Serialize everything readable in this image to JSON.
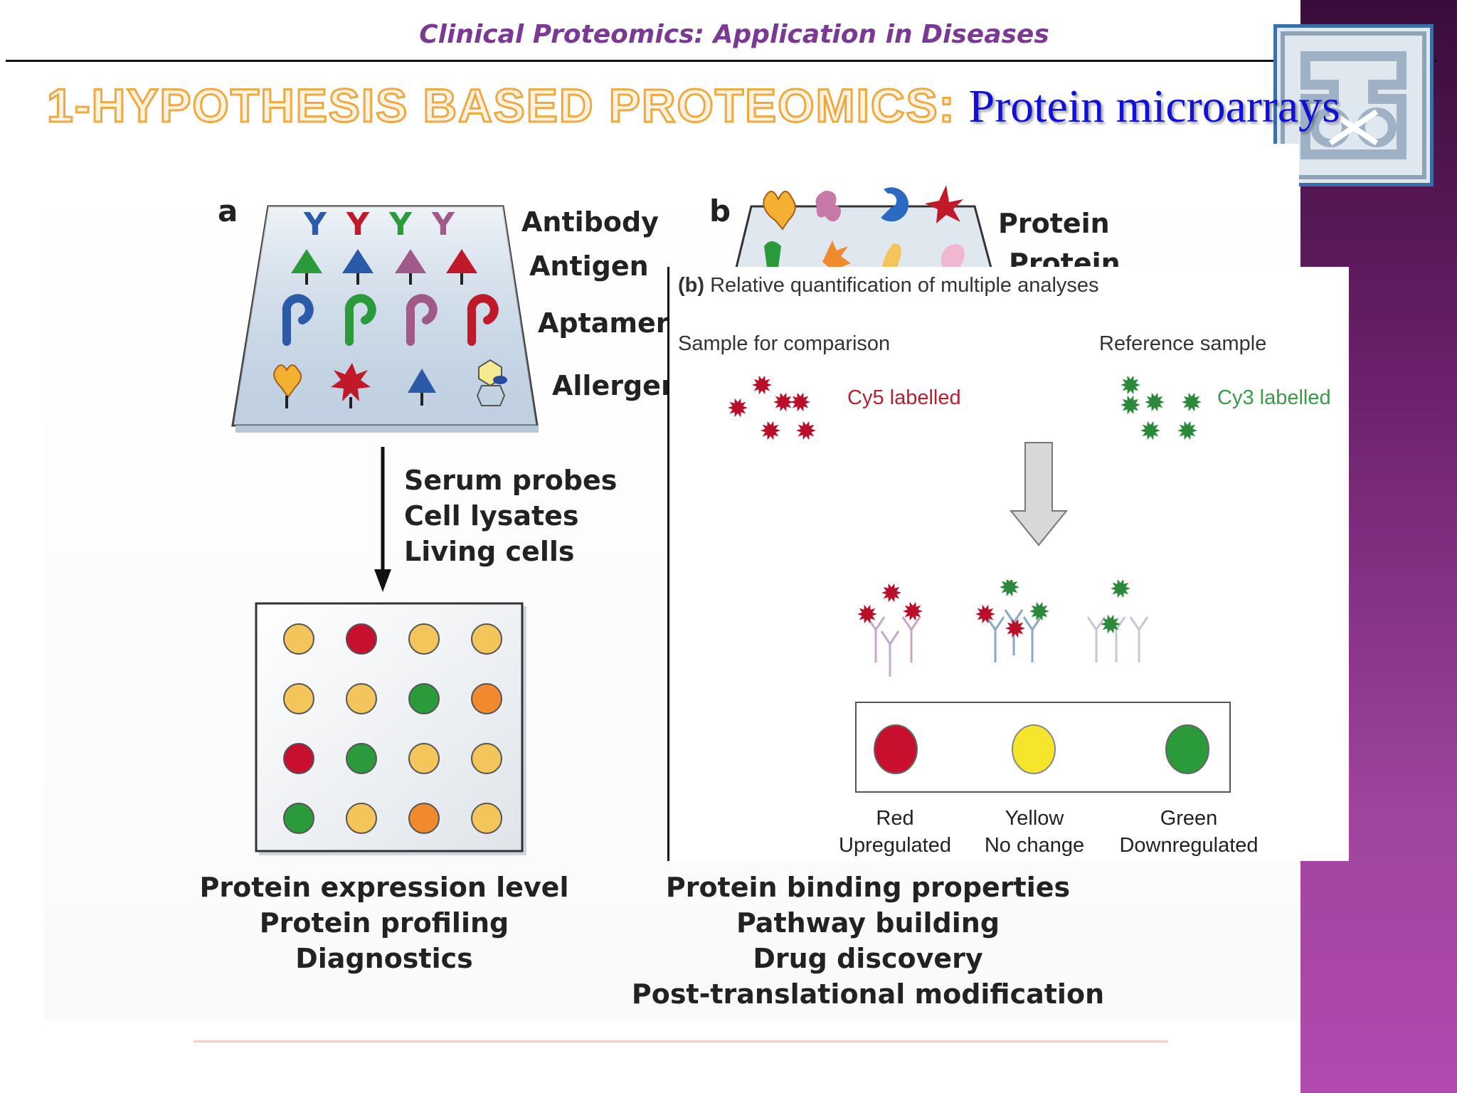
{
  "header": {
    "title": "Clinical Proteomics: Application in Diseases"
  },
  "slide_title": {
    "prefix": "1-HYPOTHESIS BASED PROTEOMICS:",
    "subtitle": "Protein microarrays"
  },
  "panel_a": {
    "letter": "a",
    "row_labels": [
      "Antibody",
      "Antigen",
      "Aptamer",
      "Allergen"
    ],
    "probes": [
      "Serum probes",
      "Cell lysates",
      "Living cells"
    ],
    "outcomes": [
      "Protein expression level",
      "Protein profiling",
      "Diagnostics"
    ]
  },
  "panel_b": {
    "letter": "b",
    "row_labels": [
      "Protein",
      "Protein"
    ],
    "outcomes": [
      "Protein binding properties",
      "Pathway building",
      "Drug discovery",
      "Post-translational modification"
    ]
  },
  "inset": {
    "heading_letter": "(b)",
    "heading_text": " Relative quantification of multiple analyses",
    "sample_left": "Sample for comparison",
    "sample_right": "Reference sample",
    "cy5": "Cy5 labelled",
    "cy3": "Cy3 labelled",
    "legend": [
      {
        "color_name": "Red",
        "meaning": "Upregulated",
        "color": "#c8102e"
      },
      {
        "color_name": "Yellow",
        "meaning": "No change",
        "color": "#f6e52a"
      },
      {
        "color_name": "Green",
        "meaning": "Downregulated",
        "color": "#2a9a3a"
      }
    ]
  },
  "colors": {
    "spot_red": "#c8102e",
    "spot_yellow": "#f4c55a",
    "spot_green": "#2a9a3a",
    "spot_orange": "#f08a2c",
    "title_orange": "#f0a840",
    "title_blue": "#1010d8",
    "header_purple": "#7a3a93"
  },
  "array_grid": [
    [
      "yellow",
      "red",
      "yellow",
      "yellow"
    ],
    [
      "yellow",
      "yellow",
      "green",
      "orange"
    ],
    [
      "red",
      "green",
      "yellow",
      "yellow"
    ],
    [
      "green",
      "yellow",
      "orange",
      "yellow"
    ]
  ]
}
